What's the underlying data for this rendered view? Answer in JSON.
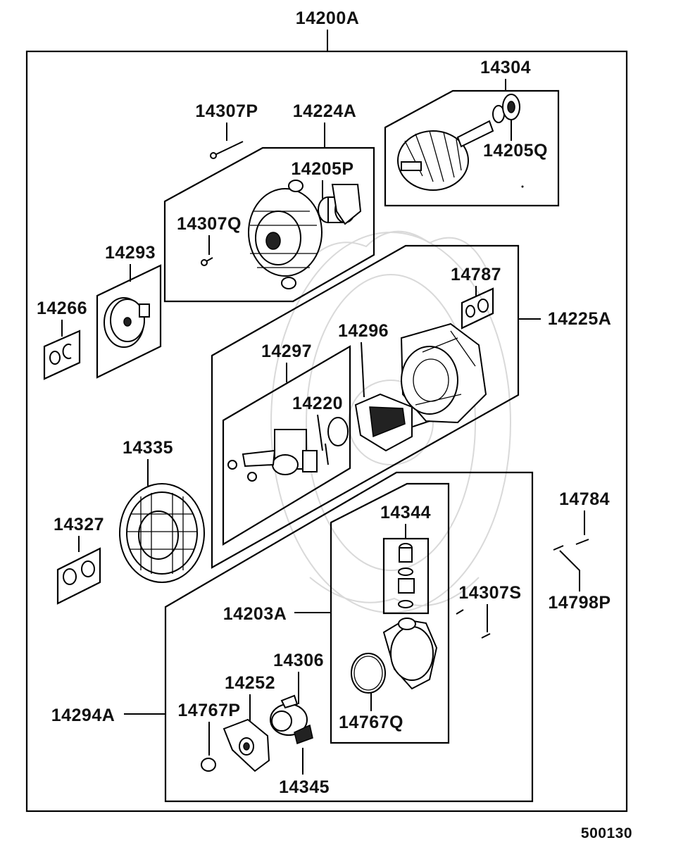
{
  "diagram": {
    "assembly_label": "14200A",
    "figure_code": "500130",
    "parts": {
      "p14304": "14304",
      "p14205Q": "14205Q",
      "p14307P": "14307P",
      "p14224A": "14224A",
      "p14205P": "14205P",
      "p14307Q": "14307Q",
      "p14293": "14293",
      "p14266": "14266",
      "p14787": "14787",
      "p14225A": "14225A",
      "p14296": "14296",
      "p14297": "14297",
      "p14220": "14220",
      "p14335": "14335",
      "p14327": "14327",
      "p14784": "14784",
      "p14344": "14344",
      "p14307S": "14307S",
      "p14798P": "14798P",
      "p14203A": "14203A",
      "p14306": "14306",
      "p14252": "14252",
      "p14294A": "14294A",
      "p14767P": "14767P",
      "p14767Q": "14767Q",
      "p14345": "14345"
    }
  }
}
